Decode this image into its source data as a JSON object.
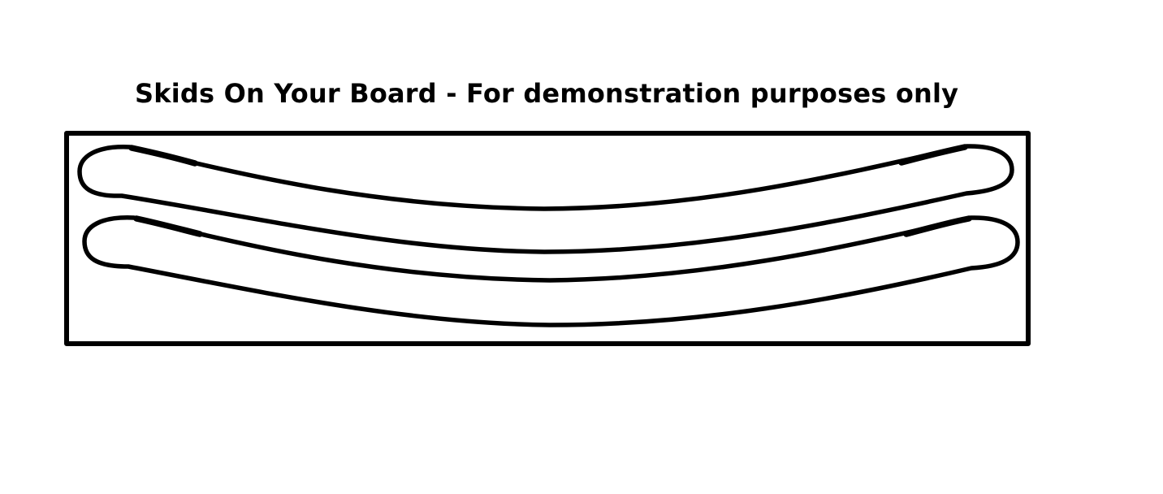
{
  "diagram": {
    "title": "Skids On Your Board - For demonstration purposes only",
    "colors": {
      "background": "#ffffff",
      "ink": "#000000"
    },
    "elements": [
      {
        "role": "board",
        "shape": "rectangle"
      },
      {
        "role": "skid",
        "shape": "curved-loop"
      },
      {
        "role": "skid",
        "shape": "curved-loop"
      }
    ]
  }
}
